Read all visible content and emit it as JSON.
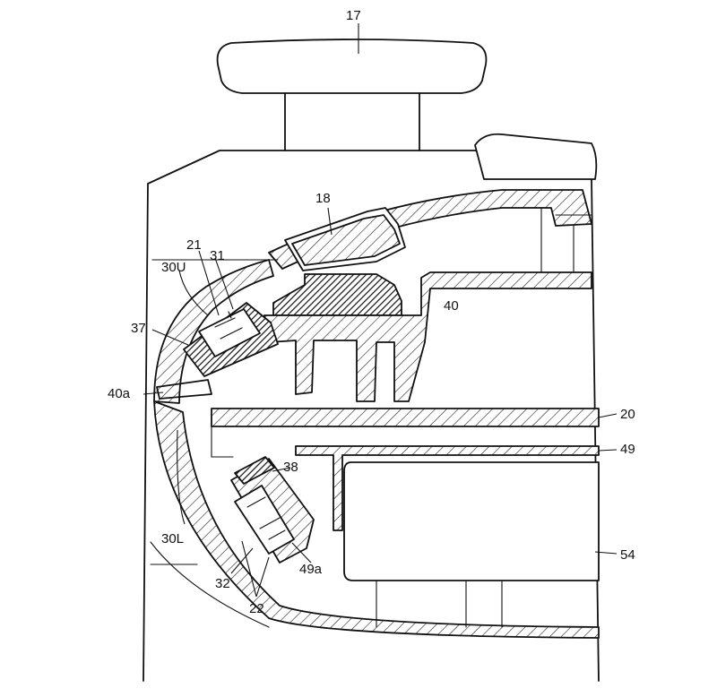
{
  "labels": [
    {
      "id": "17",
      "text": "17"
    },
    {
      "id": "18",
      "text": "18"
    },
    {
      "id": "21",
      "text": "21"
    },
    {
      "id": "31",
      "text": "31"
    },
    {
      "id": "30U",
      "text": "30U"
    },
    {
      "id": "37",
      "text": "37"
    },
    {
      "id": "40",
      "text": "40"
    },
    {
      "id": "40a",
      "text": "40a"
    },
    {
      "id": "20",
      "text": "20"
    },
    {
      "id": "49",
      "text": "49"
    },
    {
      "id": "38",
      "text": "38"
    },
    {
      "id": "30L",
      "text": "30L"
    },
    {
      "id": "49a",
      "text": "49a"
    },
    {
      "id": "54",
      "text": "54"
    },
    {
      "id": "32",
      "text": "32"
    },
    {
      "id": "22",
      "text": "22"
    }
  ]
}
